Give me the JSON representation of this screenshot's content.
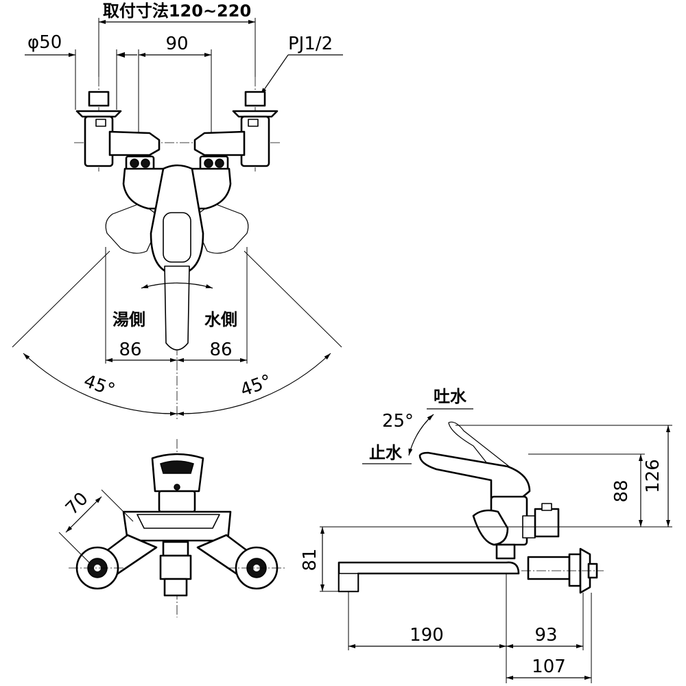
{
  "dimensions": {
    "mounting_pitch": "取付寸法120~220",
    "diameter": "φ50",
    "handle_offset": "90",
    "thread": "PJ1/2",
    "hot_side_label": "湯側",
    "cold_side_label": "水側",
    "hot_width": "86",
    "cold_width": "86",
    "hot_angle": "45°",
    "cold_angle": "45°",
    "side_depth": "70",
    "spout_label": "吐水",
    "stop_label": "止水",
    "lever_angle": "25°",
    "height_lever": "88",
    "height_total": "126",
    "height_spout": "81",
    "spout_reach": "190",
    "body_depth": "93",
    "total_depth": "107"
  }
}
